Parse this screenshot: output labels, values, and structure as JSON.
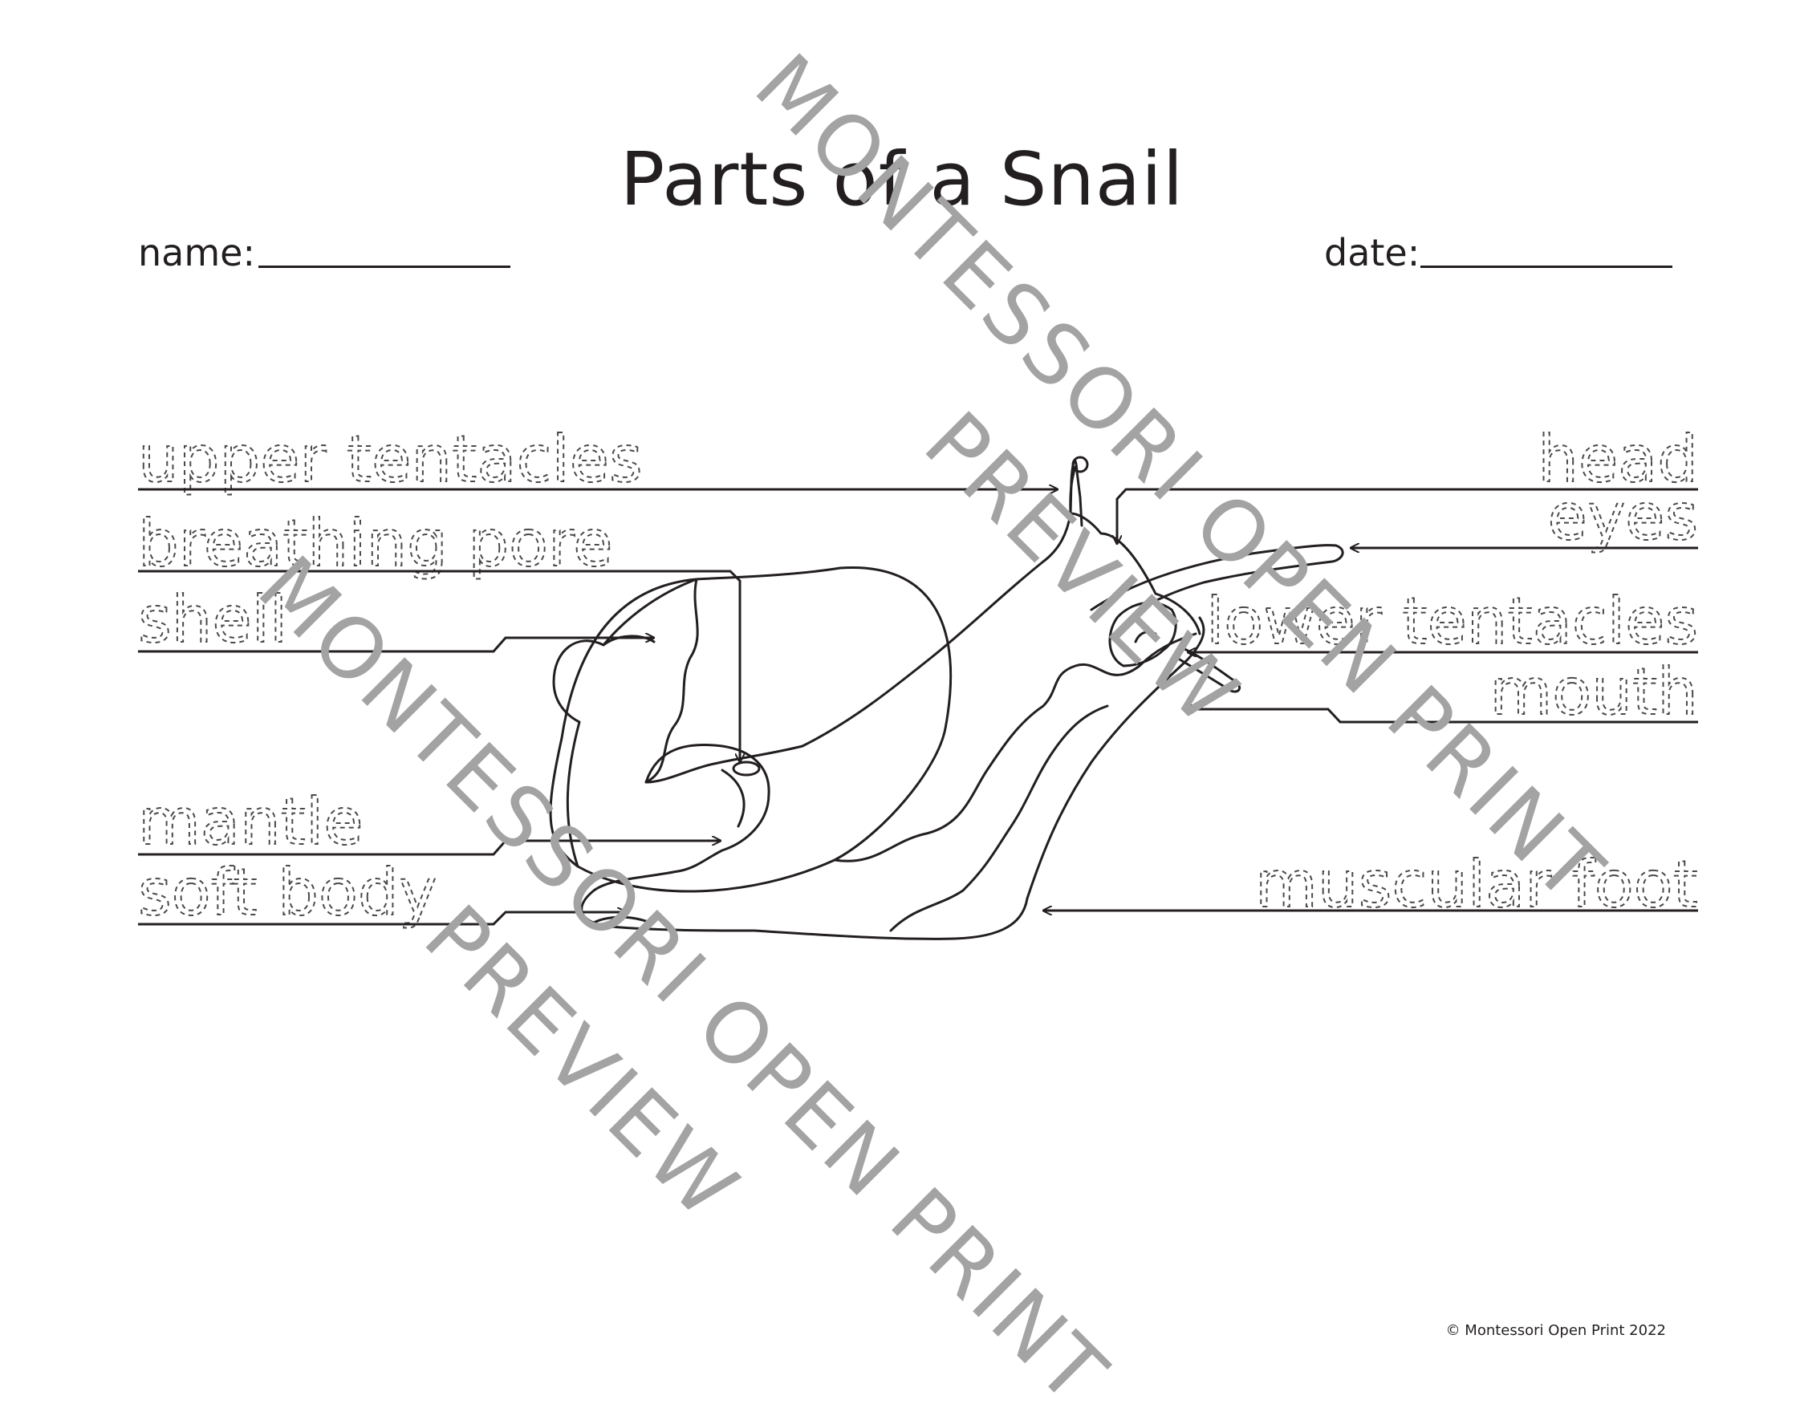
{
  "title": "Parts of a Snail",
  "fields": {
    "name_label": "name:",
    "date_label": "date:"
  },
  "labels": {
    "upper_tentacles": "upper tentacles",
    "breathing_pore": "breathing pore",
    "shell": "shell",
    "mantle": "mantle",
    "soft_body": "soft body",
    "head": "head",
    "eyes": "eyes",
    "lower_tentacles": "lower tentacles",
    "mouth": "mouth",
    "muscular_foot": "muscular foot"
  },
  "watermark": {
    "line1": "MONTESSORI OPEN PRINT",
    "line2": "PREVIEW",
    "color": "#a3a3a3"
  },
  "footer": "© Montessori Open Print 2022",
  "colors": {
    "ink": "#231f20"
  }
}
